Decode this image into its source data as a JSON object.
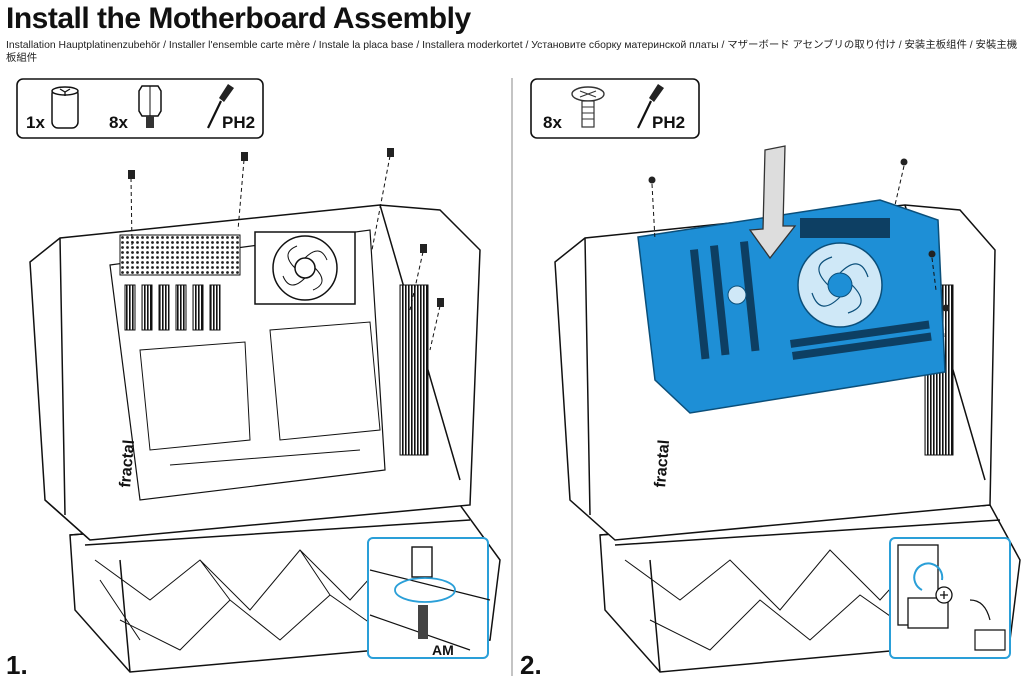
{
  "title": "Install the Motherboard Assembly",
  "subtitle": "Installation Hauptplatinenzubehör  /  Installer l'ensemble carte mère  /  Instale la placa base  /  Installera moderkortet  /  Установите сборку материнской платы  /  マザーボード アセンブリの取り付け  /  安装主板组件  /  安裝主機板組件",
  "step1": {
    "number": "1.",
    "parts": [
      {
        "qty": "1x",
        "icon": "standoff-tool-icon"
      },
      {
        "qty": "8x",
        "icon": "standoff-icon"
      },
      {
        "qty": "PH2",
        "icon": "screwdriver-icon"
      }
    ],
    "case_logo": "fractal",
    "detail_label": "AM"
  },
  "step2": {
    "number": "2.",
    "parts": [
      {
        "qty": "8x",
        "icon": "screw-icon"
      },
      {
        "qty": "PH2",
        "icon": "screwdriver-icon"
      }
    ],
    "case_logo": "fractal",
    "motherboard_color": "#1e8fd6"
  },
  "colors": {
    "accent": "#1e8fd6",
    "callout": "#2a9fd8",
    "line": "#111111"
  }
}
